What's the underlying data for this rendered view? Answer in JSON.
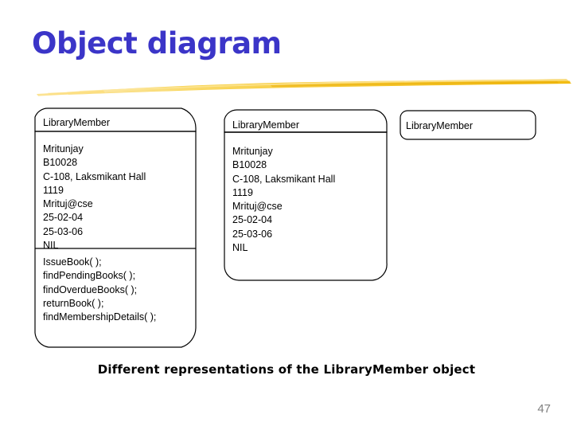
{
  "slide": {
    "title": "Object diagram",
    "caption": "Different representations of the LibraryMember object",
    "page_number": "47",
    "colors": {
      "title": "#3b35c8",
      "rule": "#f5c124",
      "text": "#000000",
      "page_number": "#808080",
      "background": "#ffffff"
    }
  },
  "diagram": {
    "type": "uml-object-diagram",
    "objects": [
      {
        "id": "box1",
        "name": "LibraryMember",
        "style": "full",
        "attributes": [
          "Mritunjay",
          "B10028",
          "C-108, Laksmikant Hall",
          "1119",
          "Mrituj@cse",
          "25-02-04",
          "25-03-06",
          "NIL"
        ],
        "operations": [
          "IssueBook( );",
          "find.Pending.Books( );",
          "find.Overdue.Books( );",
          "return.Book( );",
          "find.Membership.Details( );"
        ],
        "attributes_text": "Mritunjay\nB10028\nC-108, Laksmikant Hall\n1119\nMrituj@cse\n25-02-04\n25-03-06\nNIL",
        "operations_text": "IssueBook( );\nfindPendingBooks( );\nfindOverdueBooks( );\nreturnBook( );\nfindMembershipDetails( );"
      },
      {
        "id": "box2",
        "name": "LibraryMember",
        "style": "name-and-attributes",
        "attributes": [
          "Mritunjay",
          "B10028",
          "C-108, Laksmikant Hall",
          "1119",
          "Mrituj@cse",
          "25-02-04",
          "25-03-06",
          "NIL"
        ],
        "attributes_text": "Mritunjay\nB10028\nC-108, Laksmikant Hall\n1119\nMrituj@cse\n25-02-04\n25-03-06\nNIL"
      },
      {
        "id": "box3",
        "name": "LibraryMember",
        "style": "name-only"
      }
    ]
  }
}
